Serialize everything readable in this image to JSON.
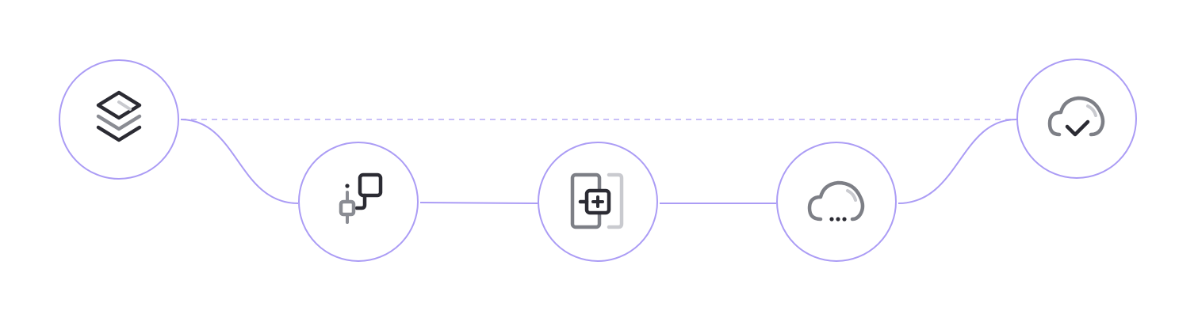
{
  "diagram": {
    "colors": {
      "connector": "#ab9cf5",
      "node_border": "#ab9cf5",
      "icon_dark": "#2b2b33",
      "icon_mid": "#7d7f86",
      "icon_light": "#c9cacf"
    },
    "nodes": [
      {
        "id": "stack",
        "icon": "layers-icon"
      },
      {
        "id": "connect",
        "icon": "node-connect-icon"
      },
      {
        "id": "deploy",
        "icon": "device-add-icon"
      },
      {
        "id": "cloud-sync",
        "icon": "cloud-loading-icon"
      },
      {
        "id": "cloud-done",
        "icon": "cloud-check-icon"
      }
    ],
    "edges": [
      {
        "from": "stack",
        "to": "connect",
        "style": "solid"
      },
      {
        "from": "connect",
        "to": "deploy",
        "style": "solid"
      },
      {
        "from": "deploy",
        "to": "cloud-sync",
        "style": "solid"
      },
      {
        "from": "cloud-sync",
        "to": "cloud-done",
        "style": "solid"
      },
      {
        "from": "stack",
        "to": "cloud-done",
        "style": "dashed"
      }
    ]
  }
}
